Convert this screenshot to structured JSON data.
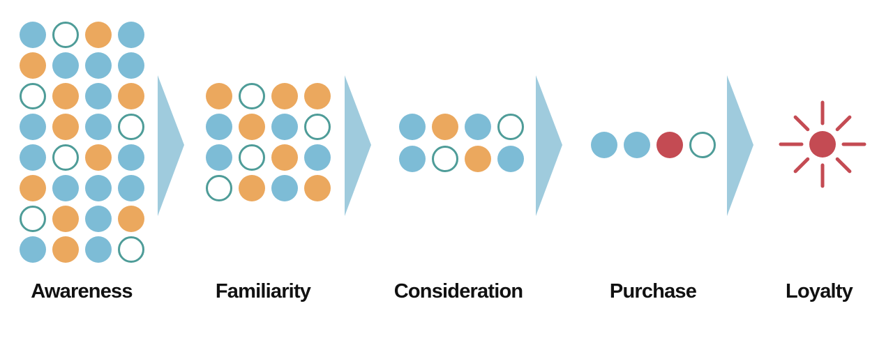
{
  "colors": {
    "blue": "#7dbcd6",
    "orange": "#eba85e",
    "outline": "#4e9c98",
    "red": "#c44b53",
    "arrow": "#9fcbdd"
  },
  "stages": [
    {
      "label": "Awareness",
      "dots": [
        [
          "blue",
          "outline",
          "orange",
          "blue"
        ],
        [
          "orange",
          "blue",
          "blue",
          "blue"
        ],
        [
          "outline",
          "orange",
          "blue",
          "orange"
        ],
        [
          "blue",
          "orange",
          "blue",
          "outline"
        ],
        [
          "blue",
          "outline",
          "orange",
          "blue"
        ],
        [
          "orange",
          "blue",
          "blue",
          "blue"
        ],
        [
          "outline",
          "orange",
          "blue",
          "orange"
        ],
        [
          "blue",
          "orange",
          "blue",
          "outline"
        ]
      ]
    },
    {
      "label": "Familiarity",
      "dots": [
        [
          "orange",
          "outline",
          "orange",
          "orange"
        ],
        [
          "blue",
          "orange",
          "blue",
          "outline"
        ],
        [
          "blue",
          "outline",
          "orange",
          "blue"
        ],
        [
          "outline",
          "orange",
          "blue",
          "orange"
        ]
      ]
    },
    {
      "label": "Consideration",
      "dots": [
        [
          "blue",
          "orange",
          "blue",
          "outline"
        ],
        [
          "blue",
          "outline",
          "orange",
          "blue"
        ]
      ]
    },
    {
      "label": "Purchase",
      "dots": [
        [
          "blue",
          "blue",
          "red",
          "outline"
        ]
      ]
    },
    {
      "label": "Loyalty",
      "icon": "sunburst-icon"
    }
  ]
}
